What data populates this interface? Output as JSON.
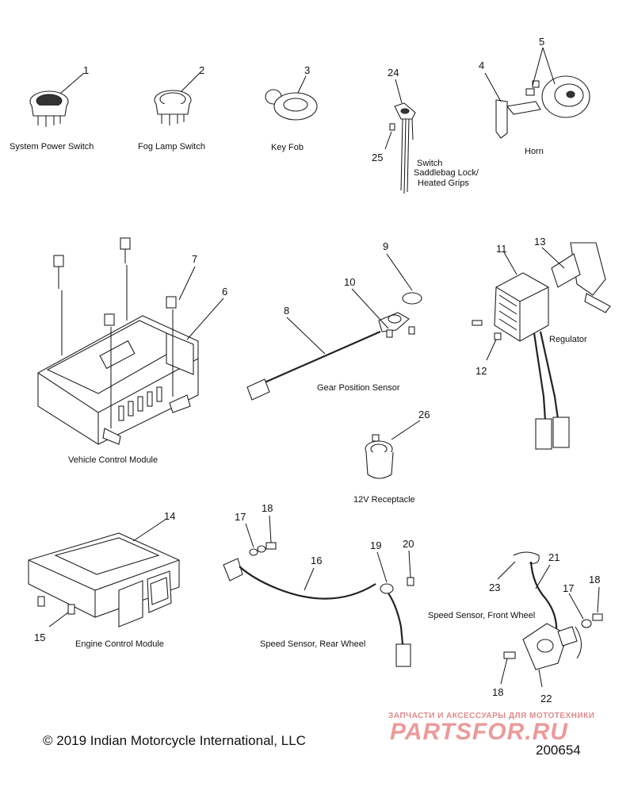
{
  "parts": [
    {
      "num": "1",
      "label": "System Power Switch"
    },
    {
      "num": "2",
      "label": "Fog Lamp Switch"
    },
    {
      "num": "3",
      "label": "Key Fob"
    },
    {
      "num": "4",
      "label": ""
    },
    {
      "num": "5",
      "label": ""
    },
    {
      "num": "6",
      "label": ""
    },
    {
      "num": "7",
      "label": ""
    },
    {
      "num": "8",
      "label": ""
    },
    {
      "num": "9",
      "label": ""
    },
    {
      "num": "10",
      "label": ""
    },
    {
      "num": "11",
      "label": ""
    },
    {
      "num": "12",
      "label": ""
    },
    {
      "num": "13",
      "label": ""
    },
    {
      "num": "14",
      "label": ""
    },
    {
      "num": "15",
      "label": ""
    },
    {
      "num": "16",
      "label": ""
    },
    {
      "num": "17",
      "label": ""
    },
    {
      "num": "18",
      "label": ""
    },
    {
      "num": "19",
      "label": ""
    },
    {
      "num": "20",
      "label": ""
    },
    {
      "num": "21",
      "label": ""
    },
    {
      "num": "22",
      "label": ""
    },
    {
      "num": "23",
      "label": ""
    },
    {
      "num": "24",
      "label": ""
    },
    {
      "num": "25",
      "label": ""
    },
    {
      "num": "26",
      "label": ""
    }
  ],
  "labels": {
    "horn": "Horn",
    "switch_line1": "Switch",
    "switch_line2": "Saddlebag Lock/",
    "switch_line3": "Heated Grips",
    "vcm": "Vehicle Control Module",
    "gear_sensor": "Gear Position Sensor",
    "regulator": "Regulator",
    "receptacle": "12V Receptacle",
    "ecm": "Engine Control Module",
    "speed_rear": "Speed Sensor, Rear Wheel",
    "speed_front": "Speed Sensor, Front Wheel",
    "second_17": "17",
    "second_18": "18"
  },
  "footer": {
    "copyright": "© 2019 Indian Motorcycle International, LLC",
    "doc_number": "200654"
  },
  "watermark": {
    "tagline": "ЗАПЧАСТИ И АКСЕССУАРЫ ДЛЯ МОТОТЕХНИКИ",
    "brand": "PARTSFOR.RU"
  }
}
